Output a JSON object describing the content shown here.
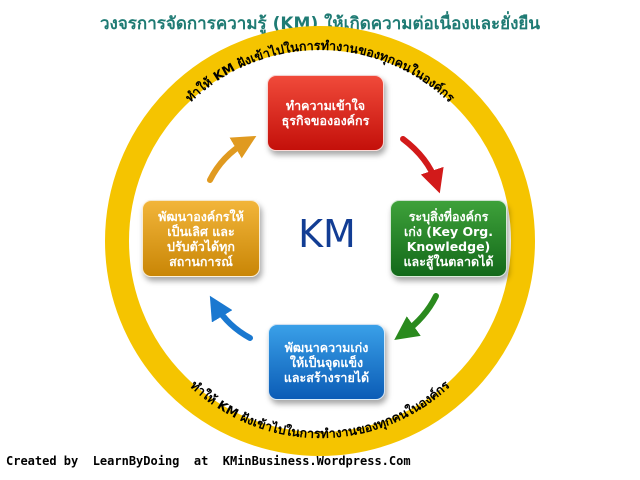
{
  "title": "วงจรการจัดการความรู้ (KM) ให้เกิดความต่อเนื่องและยั่งยืน",
  "ring": {
    "top_text": "ทำให้ KM ฝังเข้าไปในการทำงานของทุกคนในองค์กร",
    "bottom_text": "ทำให้ KM ฝังเข้าไปในการทำงานของทุกคนในองค์กร",
    "color": "#f5c400"
  },
  "center": {
    "label": "KM",
    "color": "#123d94"
  },
  "boxes": {
    "top": "ทำความเข้าใจ\nธุรกิจขององค์กร",
    "right": "ระบุสิ่งที่องค์กร\nเก่ง (Key Org.\nKnowledge)\nและสู้ในตลาดได้",
    "bottom": "พัฒนาความเก่ง\nให้เป็นจุดแข็ง\nและสร้างรายได้",
    "left": "พัฒนาองค์กรให้\nเป็นเลิศ และ\nปรับตัวได้ทุก\nสถานการณ์"
  },
  "colors": {
    "top": "#d9241a",
    "right": "#2a8a2a",
    "bottom": "#1a78d0",
    "left": "#e6a21c"
  },
  "arrows": {
    "top_right": "#d21a1a",
    "bottom_right": "#2a8a1e",
    "bottom_left": "#1a78d0",
    "top_left": "#e09a20"
  },
  "credit": "Created by  LearnByDoing  at  KMinBusiness.Wordpress.Com"
}
